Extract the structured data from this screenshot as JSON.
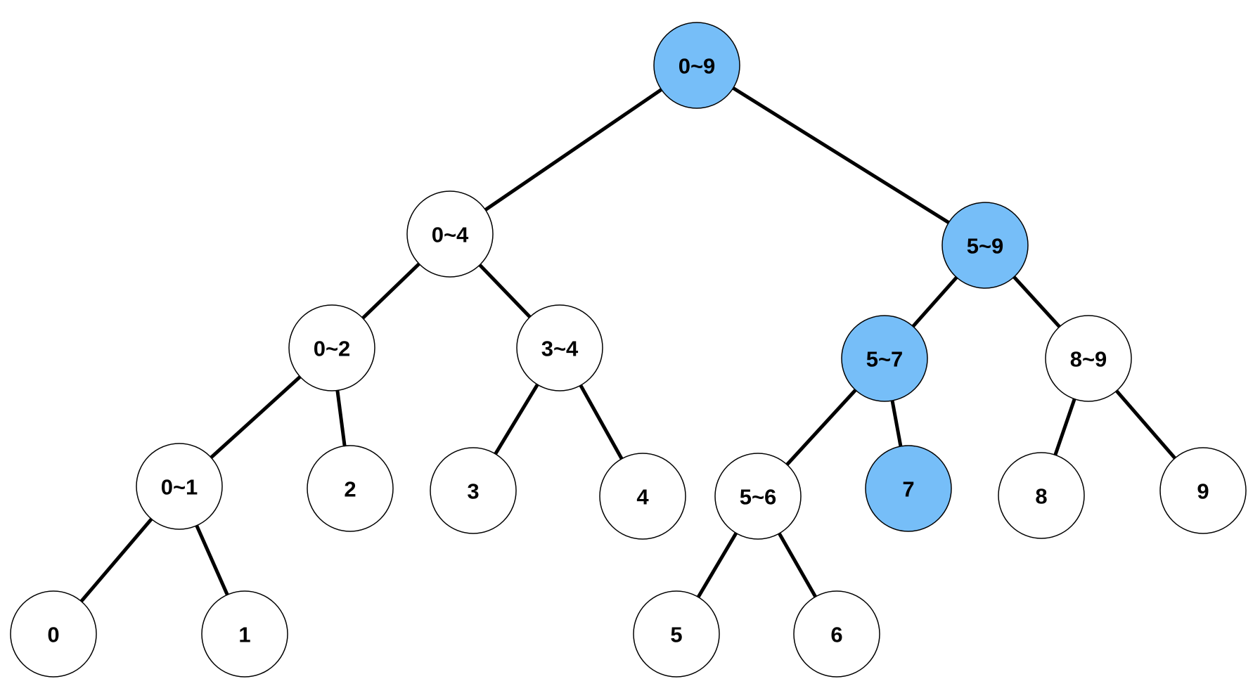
{
  "colors": {
    "highlight": "#76BEF8",
    "default_fill": "#FFFFFF",
    "stroke": "#000000"
  },
  "tree": {
    "nodes": [
      {
        "id": "n0-9",
        "label": "0~9",
        "highlighted": true
      },
      {
        "id": "n0-4",
        "label": "0~4",
        "highlighted": false
      },
      {
        "id": "n5-9",
        "label": "5~9",
        "highlighted": true
      },
      {
        "id": "n0-2",
        "label": "0~2",
        "highlighted": false
      },
      {
        "id": "n3-4",
        "label": "3~4",
        "highlighted": false
      },
      {
        "id": "n5-7",
        "label": "5~7",
        "highlighted": true
      },
      {
        "id": "n8-9",
        "label": "8~9",
        "highlighted": false
      },
      {
        "id": "n0-1",
        "label": "0~1",
        "highlighted": false
      },
      {
        "id": "n2",
        "label": "2",
        "highlighted": false
      },
      {
        "id": "n3",
        "label": "3",
        "highlighted": false
      },
      {
        "id": "n4",
        "label": "4",
        "highlighted": false
      },
      {
        "id": "n5-6",
        "label": "5~6",
        "highlighted": false
      },
      {
        "id": "n7",
        "label": "7",
        "highlighted": true
      },
      {
        "id": "n8",
        "label": "8",
        "highlighted": false
      },
      {
        "id": "n9",
        "label": "9",
        "highlighted": false
      },
      {
        "id": "n0",
        "label": "0",
        "highlighted": false
      },
      {
        "id": "n1",
        "label": "1",
        "highlighted": false
      },
      {
        "id": "n5",
        "label": "5",
        "highlighted": false
      },
      {
        "id": "n6",
        "label": "6",
        "highlighted": false
      }
    ],
    "edges": [
      [
        "n0-9",
        "n0-4"
      ],
      [
        "n0-9",
        "n5-9"
      ],
      [
        "n0-4",
        "n0-2"
      ],
      [
        "n0-4",
        "n3-4"
      ],
      [
        "n5-9",
        "n5-7"
      ],
      [
        "n5-9",
        "n8-9"
      ],
      [
        "n0-2",
        "n0-1"
      ],
      [
        "n0-2",
        "n2"
      ],
      [
        "n3-4",
        "n3"
      ],
      [
        "n3-4",
        "n4"
      ],
      [
        "n5-7",
        "n5-6"
      ],
      [
        "n5-7",
        "n7"
      ],
      [
        "n8-9",
        "n8"
      ],
      [
        "n8-9",
        "n9"
      ],
      [
        "n0-1",
        "n0"
      ],
      [
        "n0-1",
        "n1"
      ],
      [
        "n5-6",
        "n5"
      ],
      [
        "n5-6",
        "n6"
      ]
    ]
  }
}
